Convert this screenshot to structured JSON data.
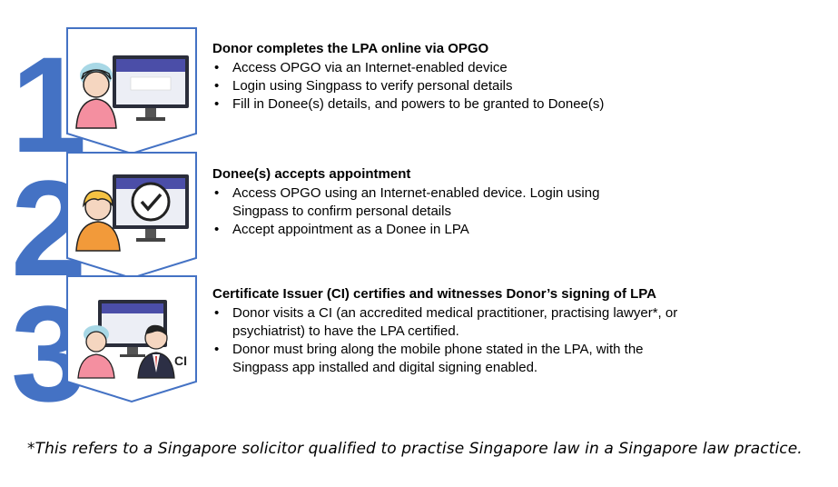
{
  "steps": [
    {
      "number": "1",
      "heading": "Donor completes the LPA online via OPGO",
      "bullets": [
        "Access OPGO via an Internet-enabled device",
        "Login using Singpass to verify personal details",
        "Fill in Donee(s) details, and powers to be granted to Donee(s)"
      ],
      "illustration": "person-at-computer-icon"
    },
    {
      "number": "2",
      "heading": "Donee(s) accepts appointment",
      "bullets": [
        "Access OPGO using an Internet-enabled device. Login using Singpass to confirm personal details",
        "Accept appointment as a Donee in LPA"
      ],
      "illustration": "person-with-checkmark-icon"
    },
    {
      "number": "3",
      "heading": "Certificate Issuer (CI) certifies and witnesses Donor’s signing of LPA",
      "bullets": [
        "Donor visits a CI (an accredited medical practitioner, practising lawyer*, or psychiatrist) to have the LPA certified.",
        "Donor must bring along the mobile phone stated in the LPA, with the Singpass app installed and digital signing enabled."
      ],
      "illustration": "donor-and-ci-icon",
      "ci_label": "CI"
    }
  ],
  "bullet_char": "•",
  "footnote": "*This refers to a Singapore solicitor qualified to practise Singapore law in a Singapore law practice.",
  "colors": {
    "accent": "#4472c4",
    "badge_border": "#4472c4",
    "screen": "#3b3f8f"
  }
}
